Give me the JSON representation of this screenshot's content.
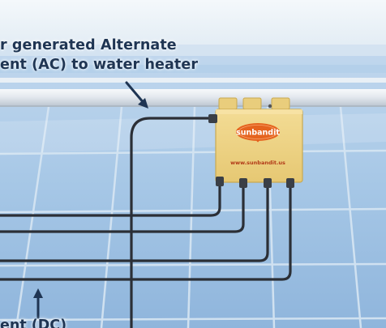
{
  "annotations": {
    "ac_line1": "r generated Alternate",
    "ac_line2": "ent (AC) to water heater",
    "dc_line": "ent (DC)"
  },
  "device": {
    "brand": "sunbandit",
    "url": "www.sunbandit.us"
  },
  "colors": {
    "sky": "#dfeaf3",
    "panel": "#9ec1e3",
    "panel_frame": "#c9dcec",
    "box": "#efd588",
    "box_shadow": "#d9b962",
    "logo": "#e5631f",
    "url_text": "#b23a18",
    "cable": "#2b2f36",
    "text": "#1f3553"
  }
}
